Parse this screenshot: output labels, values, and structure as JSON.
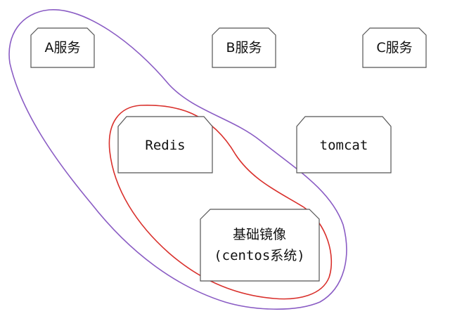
{
  "diagram": {
    "nodes": {
      "a_service": {
        "label": "A服务"
      },
      "b_service": {
        "label": "B服务"
      },
      "c_service": {
        "label": "C服务"
      },
      "redis": {
        "label": "Redis"
      },
      "tomcat": {
        "label": "tomcat"
      },
      "base_image": {
        "line1": "基础镜像",
        "line2": "(centos系统)"
      }
    },
    "colors": {
      "box_stroke": "#555555",
      "outer_group_stroke": "#8a5cc4",
      "inner_group_stroke": "#d9302c",
      "text": "#111111",
      "background": "#ffffff"
    }
  }
}
